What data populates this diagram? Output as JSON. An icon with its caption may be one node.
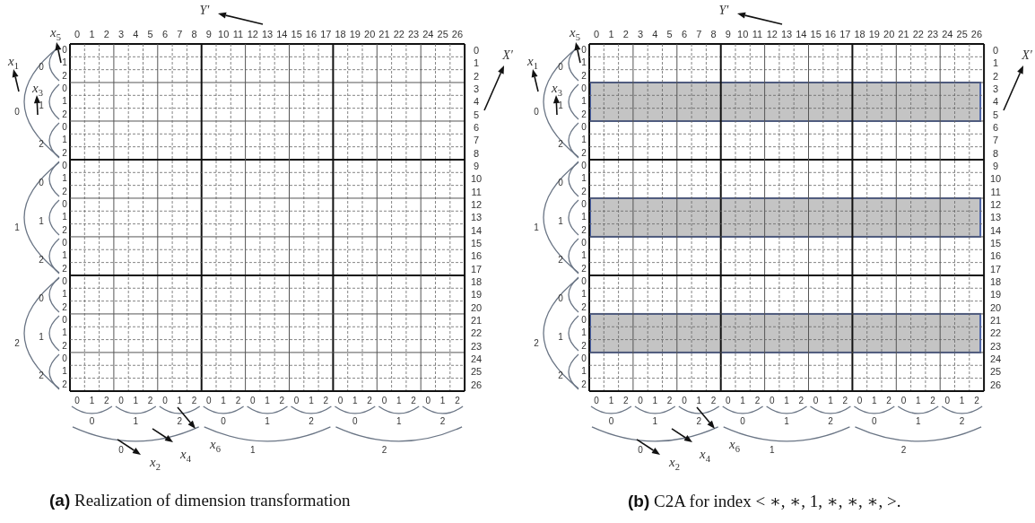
{
  "diagram": {
    "labels": [
      "Y′",
      "0",
      "1",
      "2",
      "3",
      "4",
      "5",
      "6",
      "7",
      "8",
      "9",
      "10",
      "11",
      "12",
      "13",
      "14",
      "15",
      "16",
      "17",
      "18",
      "19",
      "20",
      "21",
      "22",
      "23",
      "24",
      "25",
      "26",
      "x$_{5}$",
      "X′",
      "x$_{1}$",
      "x$_{3}$",
      "0",
      "1",
      "2",
      "3",
      "4",
      "5",
      "6",
      "7",
      "8",
      "9",
      "10",
      "11",
      "12",
      "13",
      "14",
      "15",
      "16",
      "17",
      "18",
      "19",
      "20",
      "21",
      "22",
      "23",
      "24",
      "25",
      "26",
      "0",
      "1",
      "2",
      "0",
      "1",
      "2",
      "0",
      "1",
      "2",
      "0",
      "1",
      "2",
      "0",
      "1",
      "2",
      "0",
      "1",
      "2",
      "0",
      "1",
      "2",
      "0",
      "1",
      "2",
      "0",
      "1",
      "2",
      "0",
      "1",
      "2",
      "0",
      "1",
      "2",
      "0",
      "1",
      "2",
      "0",
      "1",
      "2",
      "0",
      "1",
      "2",
      "0",
      "1",
      "2",
      "0",
      "1",
      "2",
      "0",
      "1",
      "2",
      "0",
      "1",
      "2",
      "0",
      "1",
      "2",
      "0",
      "1",
      "2",
      "0",
      "1",
      "2",
      "0",
      "1",
      "2",
      "0",
      "1",
      "2",
      "0",
      "1",
      "2",
      "0",
      "1",
      "2",
      "0",
      "1",
      "2",
      "x$_{6}$",
      "x$_{4}$",
      "x$_{2}$",
      "**(a)** Realization of dimension transformation",
      "Y′",
      "0",
      "1",
      "2",
      "3",
      "4",
      "5",
      "6",
      "7",
      "8",
      "9",
      "10",
      "11",
      "12",
      "13",
      "14",
      "15",
      "16",
      "17",
      "18",
      "19",
      "20",
      "21",
      "22",
      "23",
      "24",
      "25",
      "26",
      "x$_{5}$",
      "X′",
      "x$_{1}$",
      "x$_{3}$",
      "0",
      "1",
      "2",
      "3",
      "4",
      "5",
      "6",
      "7",
      "8",
      "9",
      "10",
      "11",
      "12",
      "13",
      "14",
      "15",
      "16",
      "17",
      "18",
      "19",
      "20",
      "21",
      "22",
      "23",
      "24",
      "25",
      "26",
      "0",
      "1",
      "2",
      "0",
      "1",
      "2",
      "0",
      "1",
      "2",
      "0",
      "1",
      "2",
      "0",
      "1",
      "2",
      "0",
      "1",
      "2",
      "0",
      "1",
      "2",
      "0",
      "1",
      "2",
      "0",
      "1",
      "2",
      "0",
      "1",
      "2",
      "0",
      "1",
      "2",
      "0",
      "1",
      "2",
      "0",
      "1",
      "2",
      "0",
      "1",
      "2",
      "0",
      "1",
      "2",
      "0",
      "1",
      "2",
      "0",
      "1",
      "2",
      "0",
      "1",
      "2",
      "0",
      "1",
      "2",
      "0",
      "1",
      "2",
      "0",
      "1",
      "2",
      "0",
      "1",
      "2",
      "0",
      "1",
      "2",
      "0",
      "1",
      "2",
      "0",
      "1",
      "2",
      "0",
      "1",
      "2",
      "x$_{6}$",
      "x$_{4}$",
      "x$_{2}$",
      "**(b)** C2A for index < ∗, ∗, 1, ∗, ∗, ∗, >."
    ]
  }
}
